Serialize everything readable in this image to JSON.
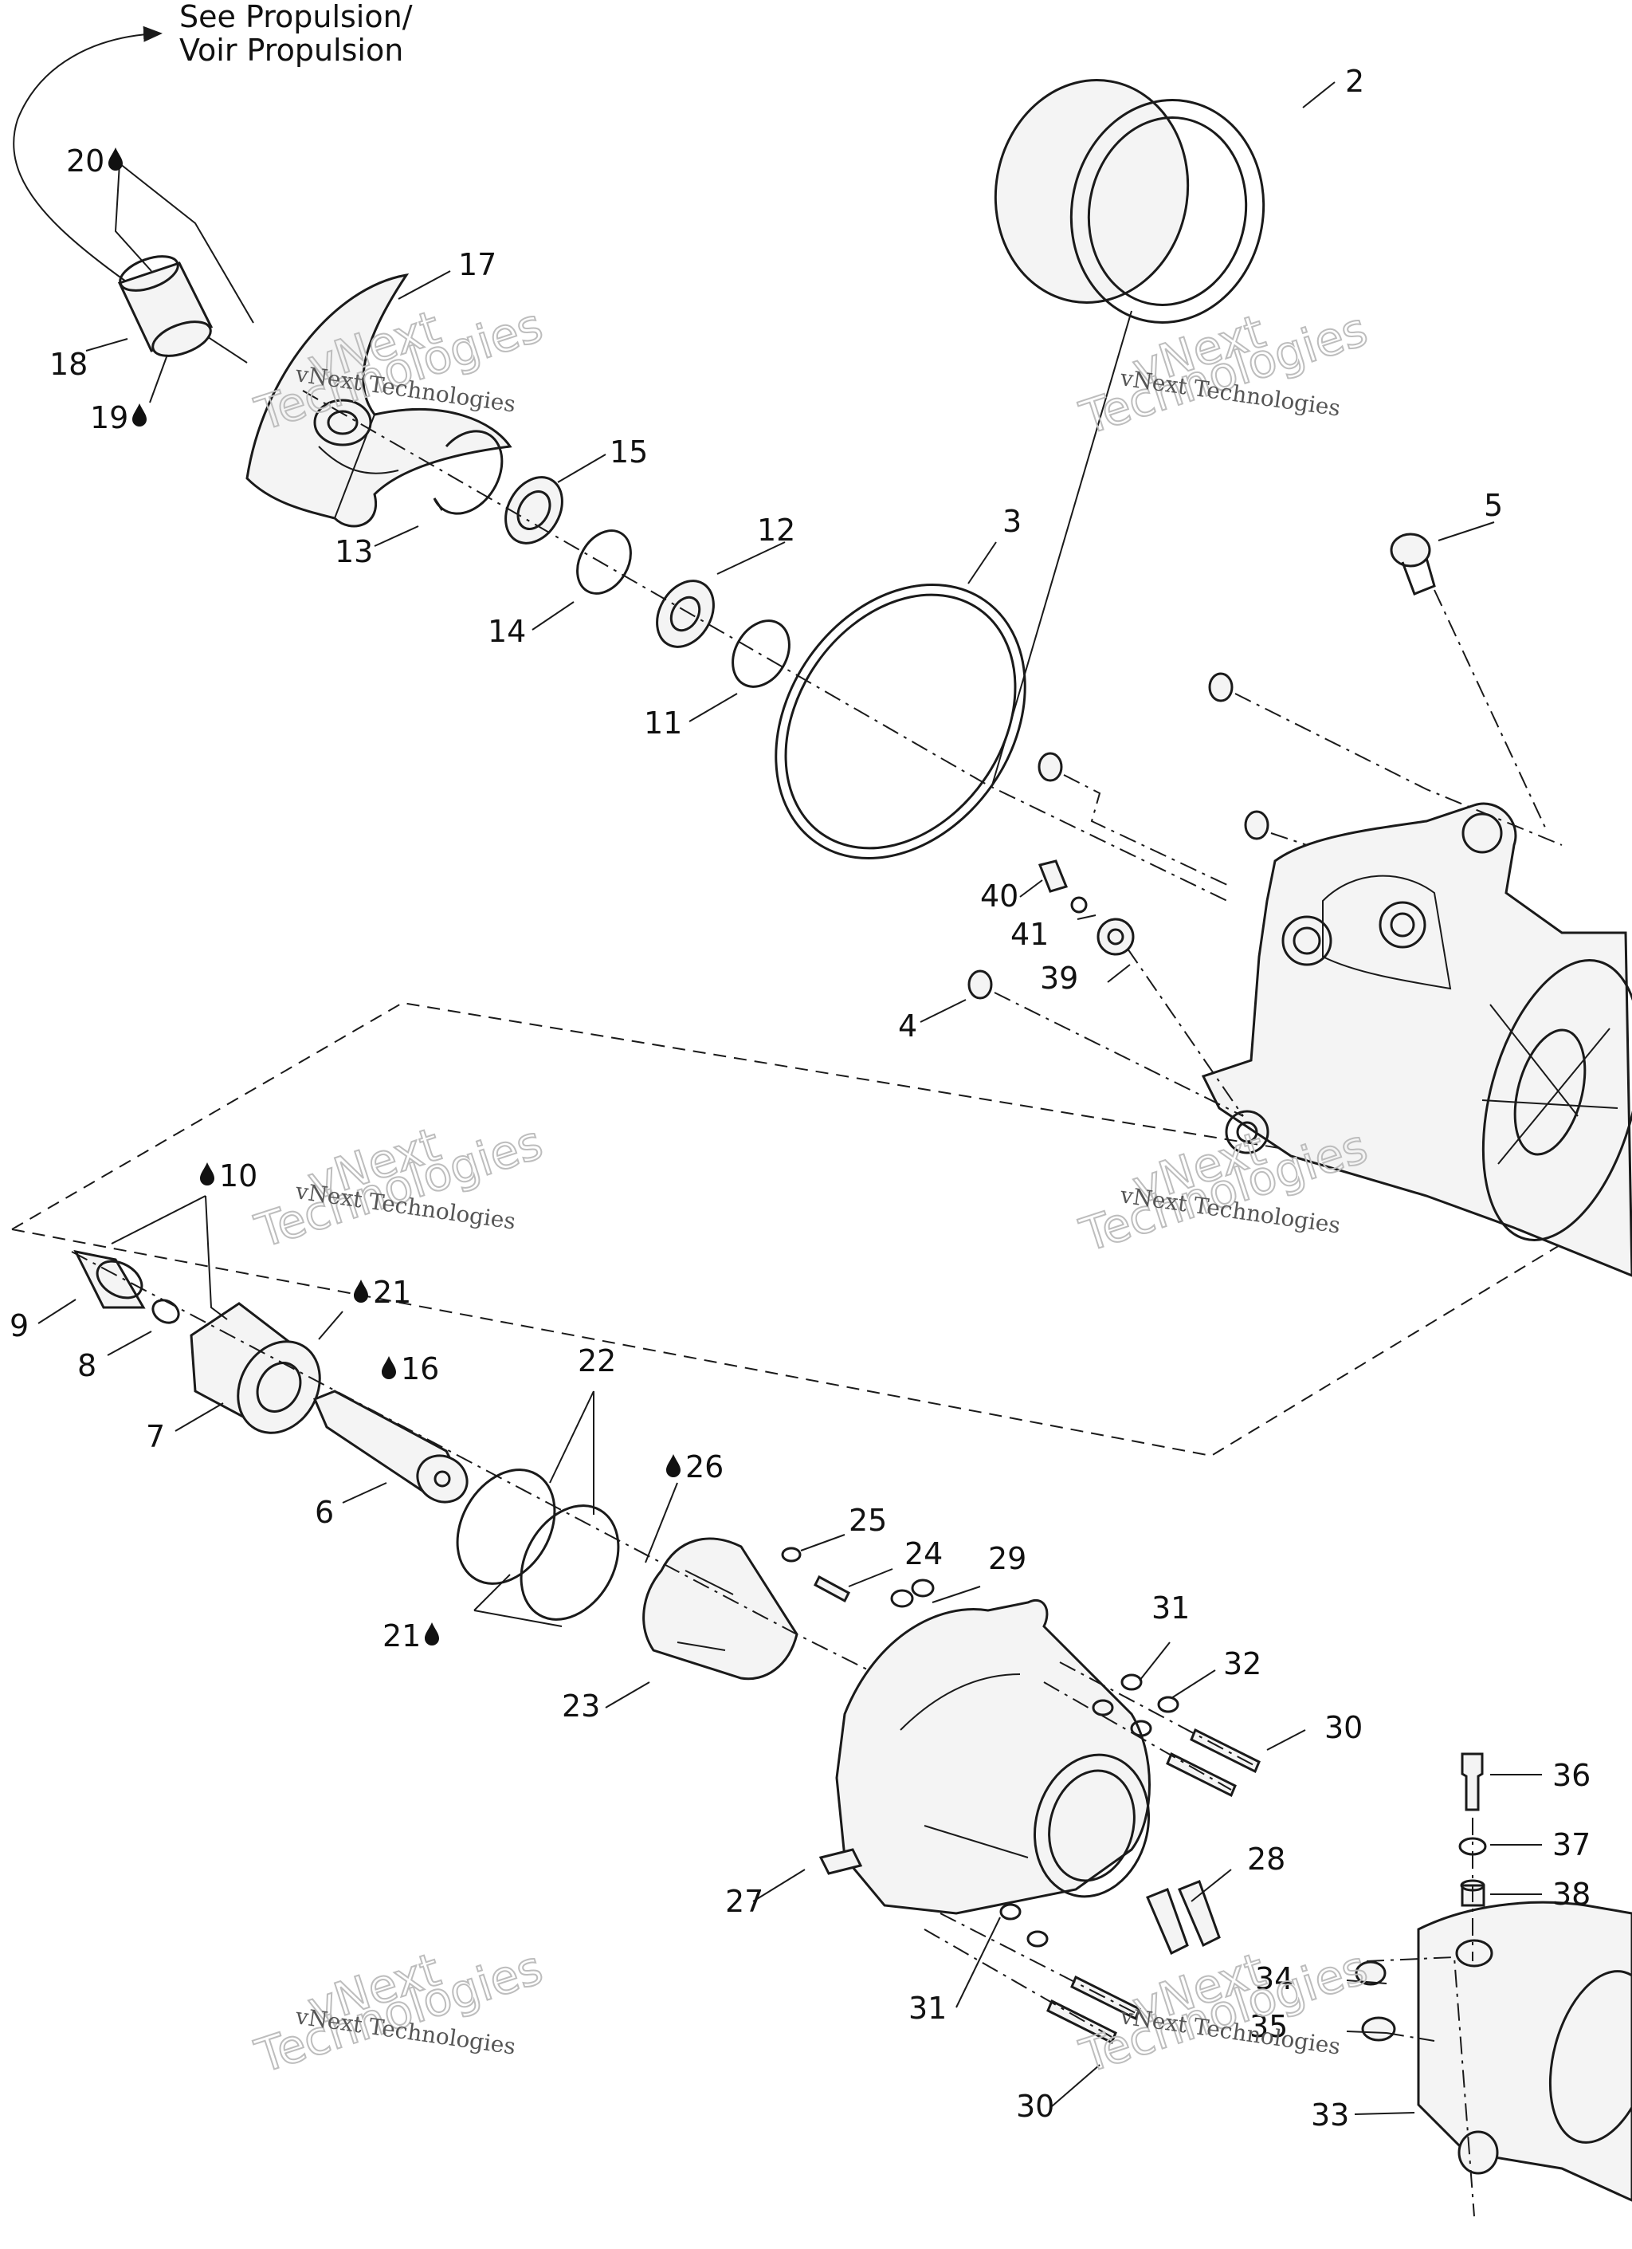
{
  "header_note": {
    "line1": "See Propulsion/",
    "line2": "Voir Propulsion"
  },
  "watermark": {
    "company": "vNext Technologies",
    "top": "vNext",
    "bottom": "Technologies"
  },
  "callouts": {
    "c2": "2",
    "c3": "3",
    "c4": "4",
    "c5": "5",
    "c6": "6",
    "c7": "7",
    "c8": "8",
    "c9": "9",
    "c10": "10",
    "c11": "11",
    "c12": "12",
    "c13": "13",
    "c14": "14",
    "c15": "15",
    "c16": "16",
    "c17": "17",
    "c18": "18",
    "c19": "19",
    "c20": "20",
    "c21a": "21",
    "c21b": "21",
    "c22": "22",
    "c23": "23",
    "c24": "24",
    "c25": "25",
    "c26": "26",
    "c27": "27",
    "c28": "28",
    "c29": "29",
    "c30a": "30",
    "c30b": "30",
    "c31a": "31",
    "c31b": "31",
    "c32": "32",
    "c33": "33",
    "c34": "34",
    "c35": "35",
    "c36": "36",
    "c37": "37",
    "c38": "38",
    "c39": "39",
    "c40": "40",
    "c41": "41"
  },
  "icons": {
    "lubricant": "oil-drop-icon"
  }
}
